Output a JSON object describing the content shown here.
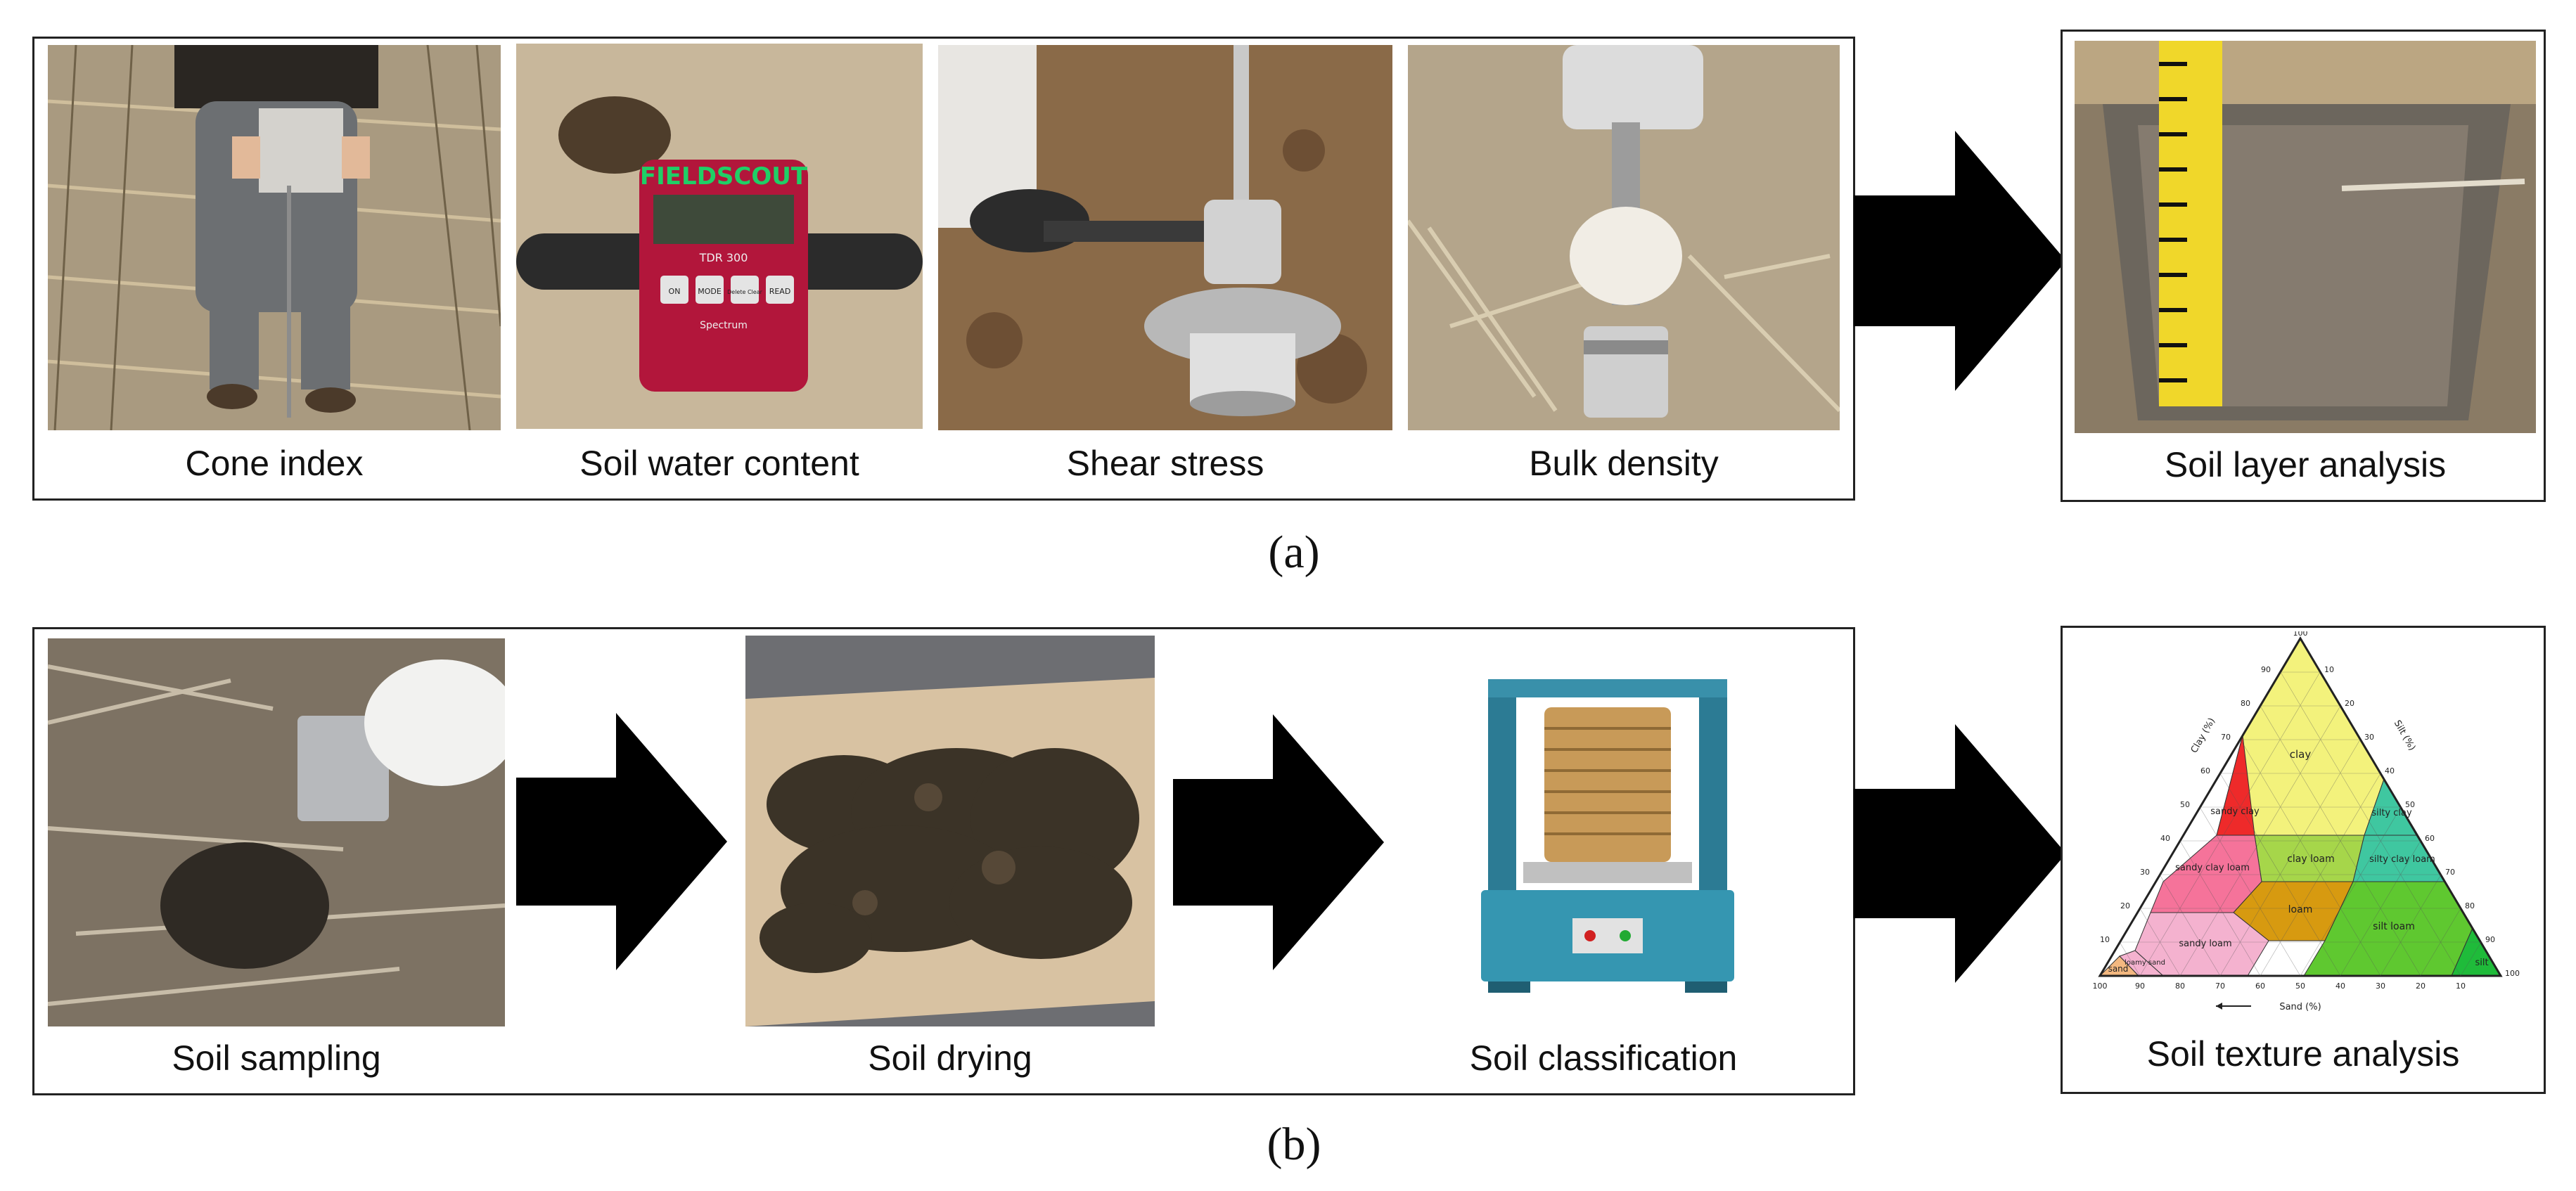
{
  "panel_a": {
    "label": "(a)",
    "steps": [
      {
        "caption": "Cone index",
        "icon": "cone-penetrometer-photo"
      },
      {
        "caption": "Soil water content",
        "icon": "soil-moisture-meter-photo",
        "device_brand": "FIELDSCOUT",
        "device_model": "TDR 300",
        "device_buttons": [
          "ON",
          "MODE",
          "Delete Clear",
          "READ"
        ],
        "device_maker": "Spectrum"
      },
      {
        "caption": "Shear stress",
        "icon": "shear-vane-photo"
      },
      {
        "caption": "Bulk density",
        "icon": "core-sampler-photo"
      }
    ],
    "result": {
      "caption": "Soil layer analysis",
      "icon": "soil-pit-photo"
    }
  },
  "panel_b": {
    "label": "(b)",
    "steps": [
      {
        "caption": "Soil sampling",
        "icon": "soil-sampling-photo"
      },
      {
        "caption": "Soil drying",
        "icon": "soil-drying-photo"
      },
      {
        "caption": "Soil classification",
        "icon": "sieve-shaker-photo"
      }
    ],
    "result": {
      "caption": "Soil texture analysis",
      "icon": "soil-texture-triangle"
    }
  },
  "texture_triangle": {
    "axis_clay": "Clay (%)",
    "axis_silt": "Silt (%)",
    "axis_sand": "Sand (%)",
    "top_tick": "100",
    "left_ticks": [
      "90",
      "80",
      "70",
      "60",
      "50",
      "40",
      "30",
      "20",
      "10"
    ],
    "right_ticks": [
      "10",
      "20",
      "30",
      "40",
      "50",
      "60",
      "70",
      "80",
      "90",
      "100"
    ],
    "bottom_ticks": [
      "100",
      "90",
      "80",
      "70",
      "60",
      "50",
      "40",
      "30",
      "20",
      "10"
    ],
    "classes": [
      {
        "name": "clay",
        "color": "#f3f27c"
      },
      {
        "name": "sandy clay",
        "color": "#ee2a2a"
      },
      {
        "name": "silty clay",
        "color": "#3fc7a0"
      },
      {
        "name": "clay loam",
        "color": "#a6d64a"
      },
      {
        "name": "silty clay loam",
        "color": "#3fc7a0"
      },
      {
        "name": "sandy clay loam",
        "color": "#f5739a"
      },
      {
        "name": "loam",
        "color": "#d79a10"
      },
      {
        "name": "sandy loam",
        "color": "#f4b2cf"
      },
      {
        "name": "silt loam",
        "color": "#5fc830"
      },
      {
        "name": "silt",
        "color": "#1fbb3a"
      },
      {
        "name": "loamy sand",
        "color": "#f4b2cf"
      },
      {
        "name": "sand",
        "color": "#f3b880"
      }
    ]
  },
  "colors": {
    "arrow": "#000000",
    "border": "#222222"
  }
}
